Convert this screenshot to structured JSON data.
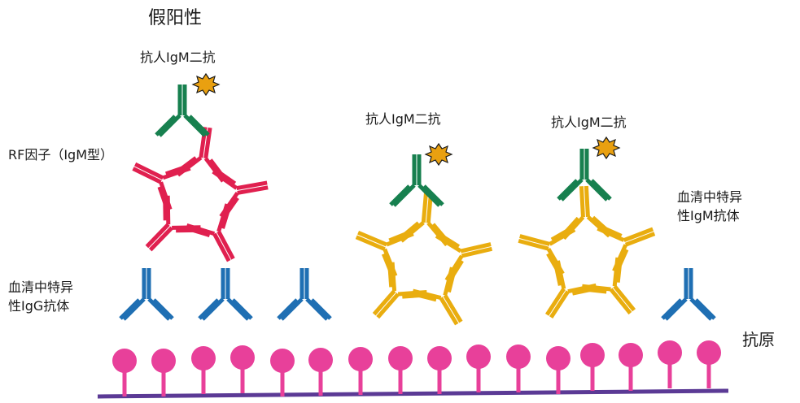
{
  "title": "假阳性",
  "labels": {
    "anti_igm_1": "抗人IgM二抗",
    "anti_igm_2": "抗人IgM二抗",
    "anti_igm_3": "抗人IgM二抗",
    "rf_factor": "RF因子（IgM型）",
    "serum_igg_line1": "血清中特异",
    "serum_igg_line2": "性IgG抗体",
    "serum_igm_line1": "血清中特异",
    "serum_igm_line2": "性IgM抗体",
    "antigen": "抗原"
  },
  "colors": {
    "secondary_antibody": "#17804f",
    "rf_factor": "#e0204f",
    "igm_specific": "#e9ad0f",
    "igg": "#1f6fb3",
    "antigen": "#e8409a",
    "baseline": "#5b3a95",
    "label_star": "#e9a010"
  }
}
